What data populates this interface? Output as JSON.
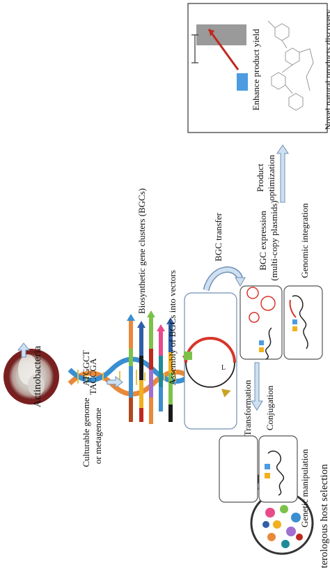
{
  "labels": {
    "actinobacteria": "Actinobacteria",
    "dna_seq_top": "ATGGCT",
    "dna_seq_bottom": "TACCGA",
    "genome_line1": "Culturable genome",
    "genome_line2": "or metagenome",
    "bgc_clusters": "Biosynthetic gene clusters (BGCs)",
    "assembly": "Assembly of BGCs into vectors",
    "bgc_transfer": "BGC transfer",
    "transformation": "Transformation",
    "conjugation": "Conjugation",
    "expression_line1": "BGC expression",
    "expression_line2": "(multi-copy plasmids)",
    "genomic_integration": "Genomic integration",
    "product_opt_line1": "Product",
    "product_opt_line2": "optimization",
    "enhance_yield": "Enhance product yield",
    "host_selection": "terologous host selection",
    "genetic_manipulation": "Genetic manipulation",
    "bottom_cut_text": "Novel natural products discovery"
  },
  "colors": {
    "arrow_fill": "#cfe0f0",
    "arrow_stroke": "#6f8fb8",
    "dna_orange": "#e8893a",
    "dna_blue": "#3a8fd0",
    "red_arrow": "#c0281e",
    "plasmid_red": "#d8352a",
    "bar_gray": "#9a9a9a",
    "blue_block": "#4d9be0",
    "green_block": "#7cc24a",
    "yellow_block": "#f2b01e",
    "box_stroke": "#555555"
  }
}
